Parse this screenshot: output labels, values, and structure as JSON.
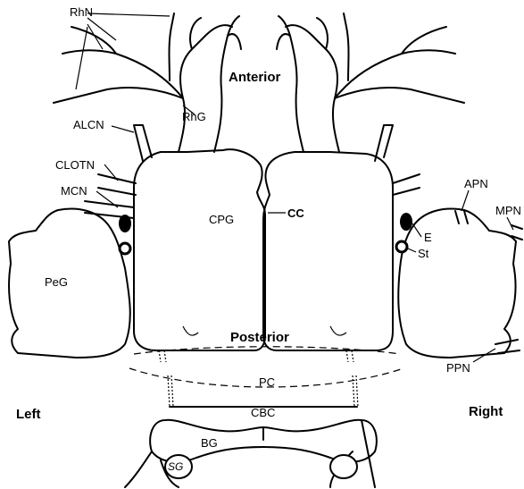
{
  "labels": {
    "rhn": "RhN",
    "anterior": "Anterior",
    "rhg": "RhG",
    "alcn": "ALCN",
    "clotn": "CLOTN",
    "mcn": "MCN",
    "cpg": "CPG",
    "cc": "CC",
    "apn": "APN",
    "mpn": "MPN",
    "e": "E",
    "st": "St",
    "peg": "PeG",
    "posterior": "Posterior",
    "pc": "PC",
    "ppn": "PPN",
    "left": "Left",
    "right": "Right",
    "cbc": "CBC",
    "bg": "BG",
    "sg": "SG"
  },
  "colors": {
    "stroke": "#000000",
    "background": "#ffffff"
  }
}
